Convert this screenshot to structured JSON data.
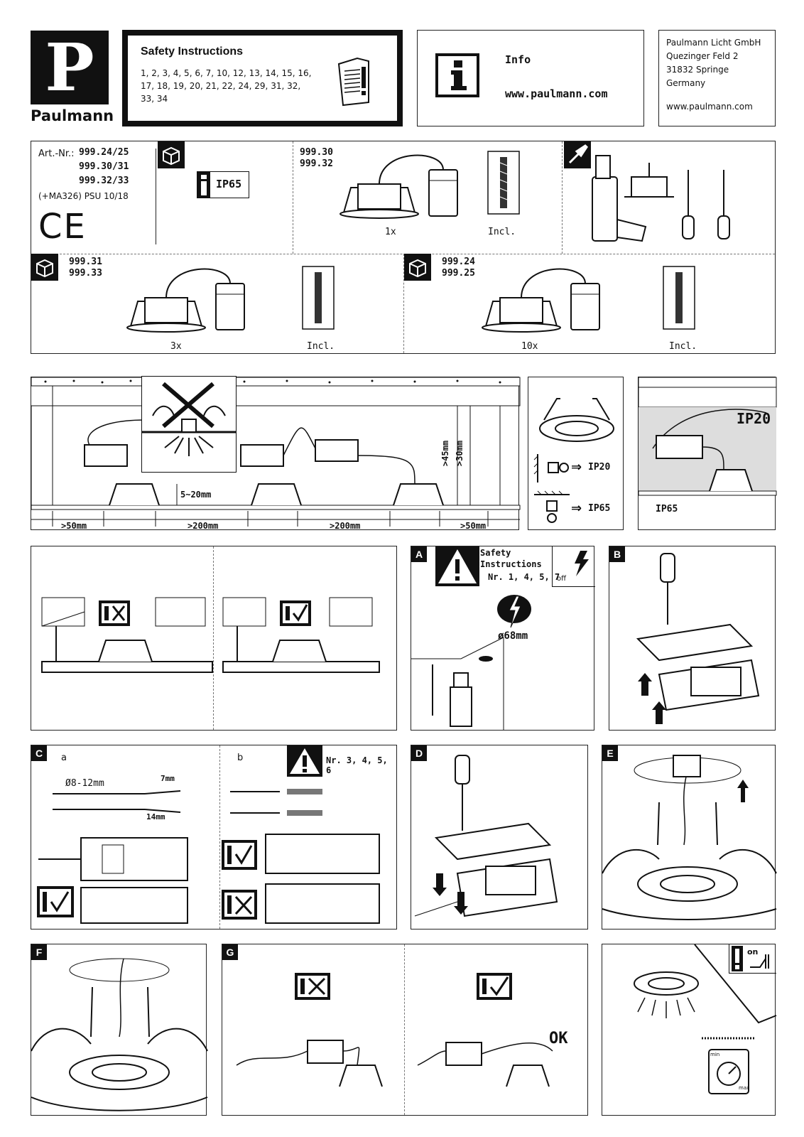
{
  "brand": {
    "name": "Paulmann",
    "logo_letter": "P"
  },
  "safety": {
    "title": "Safety Instructions",
    "numbers_line1": "1, 2, 3, 4, 5, 6, 7, 10, 12, 13, 14, 15, 16,",
    "numbers_line2": "17, 18, 19, 20, 21, 22, 24, 29, 31, 32,",
    "numbers_line3": "33, 34"
  },
  "info": {
    "label": "Info",
    "url": "www.paulmann.com"
  },
  "address": {
    "line1": "Paulmann Licht GmbH",
    "line2": "Quezinger Feld 2",
    "line3": "31832 Springe",
    "line4": "Germany",
    "web": "www.paulmann.com"
  },
  "article": {
    "label": "Art.-Nr.:",
    "nr1": "999.24/25",
    "nr2": "999.30/31",
    "nr3": "999.32/33",
    "psu": "(+MA326) PSU 10/18",
    "ce": "CE"
  },
  "ip_badge": "IP65",
  "set1": {
    "nr1": "999.30",
    "nr2": "999.32",
    "qty": "1x",
    "incl": "Incl."
  },
  "set2": {
    "nr1": "999.31",
    "nr2": "999.33",
    "qty": "3x",
    "incl": "Incl."
  },
  "set3": {
    "nr1": "999.24",
    "nr2": "999.25",
    "qty": "10x",
    "incl": "Incl."
  },
  "install": {
    "d_edge_left": ">50mm",
    "d_spacing_1": ">200mm",
    "d_spacing_2": ">200mm",
    "d_edge_right": ">50mm",
    "depth": "5~20mm",
    "h1": ">45mm",
    "h2": ">30mm"
  },
  "ip_rules": {
    "ip20": "IP20",
    "ip65": "IP65",
    "arrow": "⇒"
  },
  "ip_room": {
    "ip20": "IP20",
    "ip65": "IP65"
  },
  "stepA": {
    "badge": "A",
    "line1": "Safety",
    "line2": "Instructions",
    "nr": "Nr. 1, 4, 5, 7",
    "off": "off",
    "hole": "ø68mm"
  },
  "stepB": {
    "badge": "B"
  },
  "stepC": {
    "badge": "C",
    "a": "a",
    "b": "b",
    "dia": "Ø8-12mm",
    "strip1": "7mm",
    "strip2": "14mm",
    "nr": "Nr. 3, 4, 5, 6"
  },
  "stepD": {
    "badge": "D"
  },
  "stepE": {
    "badge": "E"
  },
  "stepF": {
    "badge": "F"
  },
  "stepG": {
    "badge": "G",
    "ok": "OK"
  },
  "stepLast": {
    "on": "on",
    "min": "min",
    "max": "max"
  }
}
